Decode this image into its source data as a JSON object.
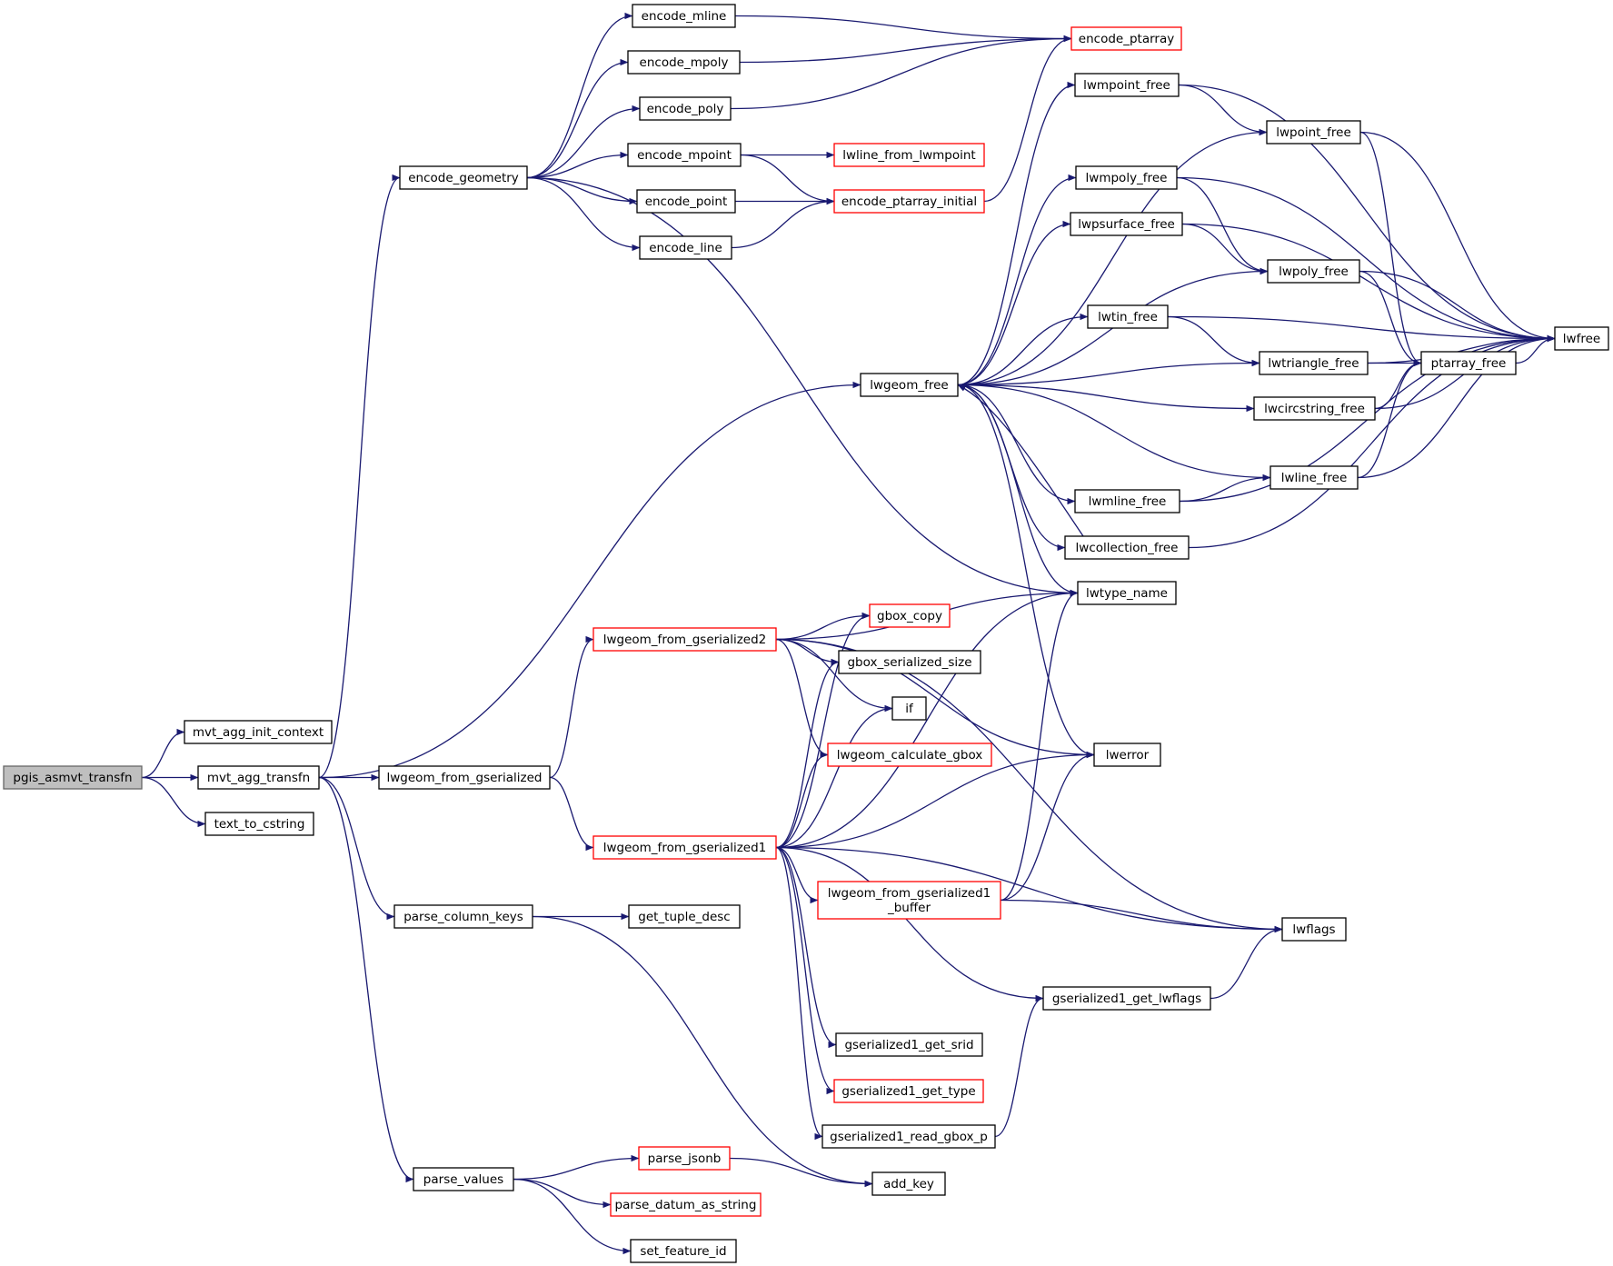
{
  "colors": {
    "edge": "#191970",
    "focus_fill": "#bfbfbf",
    "focus_stroke": "#666666",
    "normal_stroke": "#000000",
    "truncated_stroke": "#ff0000",
    "background": "#ffffff"
  },
  "nodes": [
    {
      "id": "pgis_asmvt_transfn",
      "lines": [
        "pgis_asmvt_transfn"
      ],
      "style": "focus"
    },
    {
      "id": "mvt_agg_init_context",
      "lines": [
        "mvt_agg_init_context"
      ],
      "style": "normal"
    },
    {
      "id": "mvt_agg_transfn",
      "lines": [
        "mvt_agg_transfn"
      ],
      "style": "normal"
    },
    {
      "id": "text_to_cstring",
      "lines": [
        "text_to_cstring"
      ],
      "style": "normal"
    },
    {
      "id": "encode_geometry",
      "lines": [
        "encode_geometry"
      ],
      "style": "normal"
    },
    {
      "id": "lwgeom_free",
      "lines": [
        "lwgeom_free"
      ],
      "style": "normal"
    },
    {
      "id": "lwgeom_from_gserialized",
      "lines": [
        "lwgeom_from_gserialized"
      ],
      "style": "normal"
    },
    {
      "id": "parse_column_keys",
      "lines": [
        "parse_column_keys"
      ],
      "style": "normal"
    },
    {
      "id": "parse_values",
      "lines": [
        "parse_values"
      ],
      "style": "normal"
    },
    {
      "id": "encode_mline",
      "lines": [
        "encode_mline"
      ],
      "style": "normal"
    },
    {
      "id": "encode_mpoly",
      "lines": [
        "encode_mpoly"
      ],
      "style": "normal"
    },
    {
      "id": "encode_poly",
      "lines": [
        "encode_poly"
      ],
      "style": "normal"
    },
    {
      "id": "encode_mpoint",
      "lines": [
        "encode_mpoint"
      ],
      "style": "normal"
    },
    {
      "id": "encode_point",
      "lines": [
        "encode_point"
      ],
      "style": "normal"
    },
    {
      "id": "encode_line",
      "lines": [
        "encode_line"
      ],
      "style": "normal"
    },
    {
      "id": "encode_ptarray",
      "lines": [
        "encode_ptarray"
      ],
      "style": "truncated"
    },
    {
      "id": "lwline_from_lwmpoint",
      "lines": [
        "lwline_from_lwmpoint"
      ],
      "style": "truncated"
    },
    {
      "id": "encode_ptarray_initial",
      "lines": [
        "encode_ptarray_initial"
      ],
      "style": "truncated"
    },
    {
      "id": "lwtype_name",
      "lines": [
        "lwtype_name"
      ],
      "style": "normal"
    },
    {
      "id": "lwmpoint_free",
      "lines": [
        "lwmpoint_free"
      ],
      "style": "normal"
    },
    {
      "id": "lwpoint_free",
      "lines": [
        "lwpoint_free"
      ],
      "style": "normal"
    },
    {
      "id": "lwmpoly_free",
      "lines": [
        "lwmpoly_free"
      ],
      "style": "normal"
    },
    {
      "id": "lwpsurface_free",
      "lines": [
        "lwpsurface_free"
      ],
      "style": "normal"
    },
    {
      "id": "lwpoly_free",
      "lines": [
        "lwpoly_free"
      ],
      "style": "normal"
    },
    {
      "id": "lwtin_free",
      "lines": [
        "lwtin_free"
      ],
      "style": "normal"
    },
    {
      "id": "lwtriangle_free",
      "lines": [
        "lwtriangle_free"
      ],
      "style": "normal"
    },
    {
      "id": "ptarray_free",
      "lines": [
        "ptarray_free"
      ],
      "style": "normal"
    },
    {
      "id": "lwcircstring_free",
      "lines": [
        "lwcircstring_free"
      ],
      "style": "normal"
    },
    {
      "id": "lwline_free",
      "lines": [
        "lwline_free"
      ],
      "style": "normal"
    },
    {
      "id": "lwmline_free",
      "lines": [
        "lwmline_free"
      ],
      "style": "normal"
    },
    {
      "id": "lwcollection_free",
      "lines": [
        "lwcollection_free"
      ],
      "style": "normal"
    },
    {
      "id": "lwfree",
      "lines": [
        "lwfree"
      ],
      "style": "normal"
    },
    {
      "id": "lwerror",
      "lines": [
        "lwerror"
      ],
      "style": "normal"
    },
    {
      "id": "lwgeom_from_gserialized2",
      "lines": [
        "lwgeom_from_gserialized2"
      ],
      "style": "truncated"
    },
    {
      "id": "lwgeom_from_gserialized1",
      "lines": [
        "lwgeom_from_gserialized1"
      ],
      "style": "truncated"
    },
    {
      "id": "gbox_copy",
      "lines": [
        "gbox_copy"
      ],
      "style": "truncated"
    },
    {
      "id": "gbox_serialized_size",
      "lines": [
        "gbox_serialized_size"
      ],
      "style": "normal"
    },
    {
      "id": "if",
      "lines": [
        "if"
      ],
      "style": "normal"
    },
    {
      "id": "lwgeom_calculate_gbox",
      "lines": [
        "lwgeom_calculate_gbox"
      ],
      "style": "truncated"
    },
    {
      "id": "lwgeom_from_gserialized1_buffer",
      "lines": [
        "lwgeom_from_gserialized1",
        "_buffer"
      ],
      "style": "truncated"
    },
    {
      "id": "lwflags",
      "lines": [
        "lwflags"
      ],
      "style": "normal"
    },
    {
      "id": "gserialized1_get_lwflags",
      "lines": [
        "gserialized1_get_lwflags"
      ],
      "style": "normal"
    },
    {
      "id": "gserialized1_get_srid",
      "lines": [
        "gserialized1_get_srid"
      ],
      "style": "normal"
    },
    {
      "id": "gserialized1_get_type",
      "lines": [
        "gserialized1_get_type"
      ],
      "style": "truncated"
    },
    {
      "id": "gserialized1_read_gbox_p",
      "lines": [
        "gserialized1_read_gbox_p"
      ],
      "style": "normal"
    },
    {
      "id": "get_tuple_desc",
      "lines": [
        "get_tuple_desc"
      ],
      "style": "normal"
    },
    {
      "id": "add_key",
      "lines": [
        "add_key"
      ],
      "style": "normal"
    },
    {
      "id": "parse_jsonb",
      "lines": [
        "parse_jsonb"
      ],
      "style": "truncated"
    },
    {
      "id": "parse_datum_as_string",
      "lines": [
        "parse_datum_as_string"
      ],
      "style": "truncated"
    },
    {
      "id": "set_feature_id",
      "lines": [
        "set_feature_id"
      ],
      "style": "normal"
    }
  ],
  "edges": [
    [
      "pgis_asmvt_transfn",
      "mvt_agg_init_context"
    ],
    [
      "pgis_asmvt_transfn",
      "mvt_agg_transfn"
    ],
    [
      "pgis_asmvt_transfn",
      "text_to_cstring"
    ],
    [
      "mvt_agg_transfn",
      "encode_geometry"
    ],
    [
      "mvt_agg_transfn",
      "lwgeom_free"
    ],
    [
      "mvt_agg_transfn",
      "lwgeom_from_gserialized"
    ],
    [
      "mvt_agg_transfn",
      "parse_column_keys"
    ],
    [
      "mvt_agg_transfn",
      "parse_values"
    ],
    [
      "encode_geometry",
      "encode_mline"
    ],
    [
      "encode_geometry",
      "encode_mpoly"
    ],
    [
      "encode_geometry",
      "encode_poly"
    ],
    [
      "encode_geometry",
      "encode_mpoint"
    ],
    [
      "encode_geometry",
      "encode_point"
    ],
    [
      "encode_geometry",
      "encode_line"
    ],
    [
      "encode_geometry",
      "lwtype_name"
    ],
    [
      "encode_mline",
      "encode_ptarray"
    ],
    [
      "encode_mpoly",
      "encode_ptarray"
    ],
    [
      "encode_poly",
      "encode_ptarray"
    ],
    [
      "encode_mpoint",
      "lwline_from_lwmpoint"
    ],
    [
      "encode_mpoint",
      "encode_ptarray_initial"
    ],
    [
      "encode_point",
      "encode_ptarray_initial"
    ],
    [
      "encode_line",
      "encode_ptarray_initial"
    ],
    [
      "encode_ptarray_initial",
      "encode_ptarray"
    ],
    [
      "lwgeom_free",
      "lwmpoint_free"
    ],
    [
      "lwgeom_free",
      "lwpoint_free"
    ],
    [
      "lwgeom_free",
      "lwmpoly_free"
    ],
    [
      "lwgeom_free",
      "lwpsurface_free"
    ],
    [
      "lwgeom_free",
      "lwpoly_free"
    ],
    [
      "lwgeom_free",
      "lwtin_free"
    ],
    [
      "lwgeom_free",
      "lwtriangle_free"
    ],
    [
      "lwgeom_free",
      "lwcircstring_free"
    ],
    [
      "lwgeom_free",
      "lwline_free"
    ],
    [
      "lwgeom_free",
      "lwmline_free"
    ],
    [
      "lwgeom_free",
      "lwcollection_free"
    ],
    [
      "lwgeom_free",
      "lwtype_name"
    ],
    [
      "lwgeom_free",
      "lwerror"
    ],
    [
      "lwcollection_free",
      "lwgeom_free"
    ],
    [
      "lwcollection_free",
      "lwfree"
    ],
    [
      "lwmpoint_free",
      "lwpoint_free"
    ],
    [
      "lwmpoint_free",
      "lwfree"
    ],
    [
      "lwpoint_free",
      "ptarray_free"
    ],
    [
      "lwpoint_free",
      "lwfree"
    ],
    [
      "lwmpoly_free",
      "lwpoly_free"
    ],
    [
      "lwmpoly_free",
      "lwfree"
    ],
    [
      "lwpsurface_free",
      "lwpoly_free"
    ],
    [
      "lwpsurface_free",
      "lwfree"
    ],
    [
      "lwpoly_free",
      "ptarray_free"
    ],
    [
      "lwpoly_free",
      "lwfree"
    ],
    [
      "lwtin_free",
      "lwtriangle_free"
    ],
    [
      "lwtin_free",
      "lwfree"
    ],
    [
      "lwtriangle_free",
      "ptarray_free"
    ],
    [
      "lwtriangle_free",
      "lwfree"
    ],
    [
      "lwcircstring_free",
      "ptarray_free"
    ],
    [
      "lwcircstring_free",
      "lwfree"
    ],
    [
      "lwline_free",
      "ptarray_free"
    ],
    [
      "lwline_free",
      "lwfree"
    ],
    [
      "lwmline_free",
      "lwline_free"
    ],
    [
      "lwmline_free",
      "lwfree"
    ],
    [
      "ptarray_free",
      "lwfree"
    ],
    [
      "lwgeom_from_gserialized",
      "lwgeom_from_gserialized2"
    ],
    [
      "lwgeom_from_gserialized",
      "lwgeom_from_gserialized1"
    ],
    [
      "lwgeom_from_gserialized2",
      "gbox_copy"
    ],
    [
      "lwgeom_from_gserialized2",
      "gbox_serialized_size"
    ],
    [
      "lwgeom_from_gserialized2",
      "if"
    ],
    [
      "lwgeom_from_gserialized2",
      "lwgeom_calculate_gbox"
    ],
    [
      "lwgeom_from_gserialized2",
      "lwtype_name"
    ],
    [
      "lwgeom_from_gserialized2",
      "lwerror"
    ],
    [
      "lwgeom_from_gserialized2",
      "lwflags"
    ],
    [
      "lwgeom_from_gserialized1",
      "gbox_copy"
    ],
    [
      "lwgeom_from_gserialized1",
      "gbox_serialized_size"
    ],
    [
      "lwgeom_from_gserialized1",
      "if"
    ],
    [
      "lwgeom_from_gserialized1",
      "lwgeom_calculate_gbox"
    ],
    [
      "lwgeom_from_gserialized1",
      "lwtype_name"
    ],
    [
      "lwgeom_from_gserialized1",
      "lwerror"
    ],
    [
      "lwgeom_from_gserialized1",
      "lwgeom_from_gserialized1_buffer"
    ],
    [
      "lwgeom_from_gserialized1",
      "lwflags"
    ],
    [
      "lwgeom_from_gserialized1",
      "gserialized1_get_lwflags"
    ],
    [
      "lwgeom_from_gserialized1",
      "gserialized1_get_srid"
    ],
    [
      "lwgeom_from_gserialized1",
      "gserialized1_get_type"
    ],
    [
      "lwgeom_from_gserialized1",
      "gserialized1_read_gbox_p"
    ],
    [
      "lwgeom_from_gserialized1_buffer",
      "lwtype_name"
    ],
    [
      "lwgeom_from_gserialized1_buffer",
      "lwerror"
    ],
    [
      "lwgeom_from_gserialized1_buffer",
      "lwflags"
    ],
    [
      "gserialized1_get_lwflags",
      "lwflags"
    ],
    [
      "gserialized1_read_gbox_p",
      "gserialized1_get_lwflags"
    ],
    [
      "parse_column_keys",
      "get_tuple_desc"
    ],
    [
      "parse_column_keys",
      "add_key"
    ],
    [
      "parse_values",
      "parse_jsonb"
    ],
    [
      "parse_values",
      "parse_datum_as_string"
    ],
    [
      "parse_values",
      "set_feature_id"
    ],
    [
      "parse_jsonb",
      "add_key"
    ]
  ]
}
